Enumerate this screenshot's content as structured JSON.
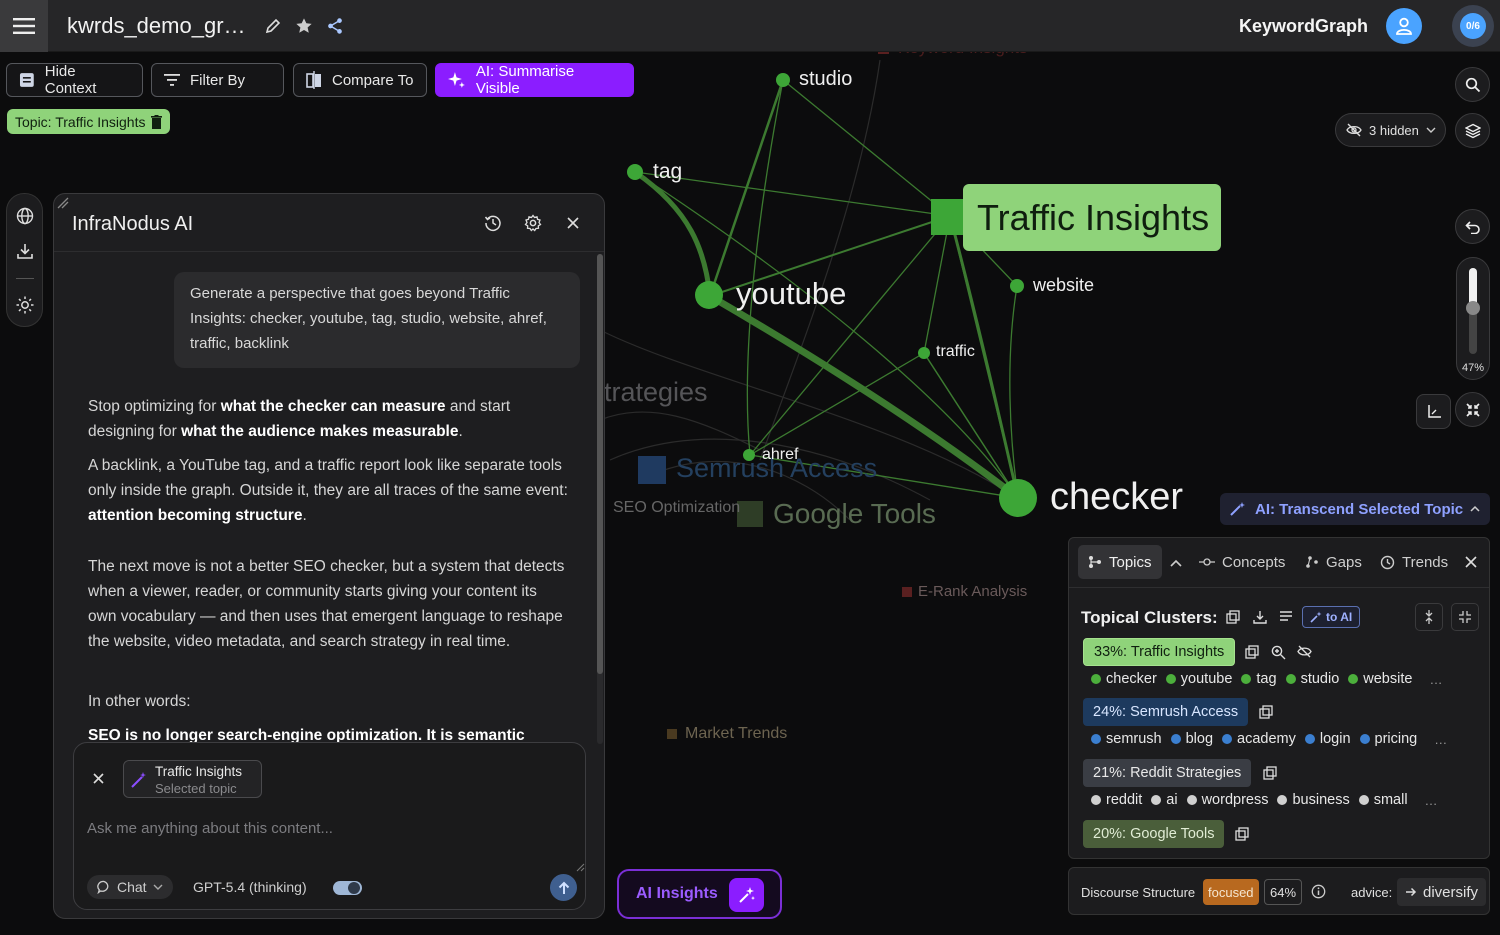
{
  "header": {
    "doc_title": "kwrds_demo_gr…",
    "brand": "KeywordGraph",
    "quota": "0/6"
  },
  "toolbar": {
    "hide_context": "Hide Context",
    "filter_by": "Filter By",
    "compare_to": "Compare To",
    "ai_summarise": "AI: Summarise Visible",
    "topic_chip": "Topic: Traffic Insights"
  },
  "graph": {
    "main_node": "Traffic Insights",
    "nodes": {
      "studio": "studio",
      "tag": "tag",
      "youtube": "youtube",
      "website": "website",
      "traffic": "traffic",
      "ahref": "ahref",
      "checker": "checker"
    },
    "background_labels": {
      "keyword_insights": "Keyword Insights",
      "strategies": "trategies",
      "semrush_access": "Semrush Access",
      "seo_optimization": "SEO Optimization",
      "google_tools": "Google Tools",
      "erank": "E-Rank Analysis",
      "market_trends": "Market Trends"
    },
    "colors": {
      "main": "#8fd37a",
      "node": "#3da637",
      "edge": "#3c7a30"
    }
  },
  "ai_panel": {
    "title": "InfraNodus AI",
    "user_prompt": "Generate a perspective that goes beyond Traffic Insights: checker, youtube, tag, studio, website, ahref, traffic, backlink",
    "p1_a": "Stop optimizing for ",
    "p1_b": "what the checker can measure",
    "p1_c": " and start designing for ",
    "p1_d": "what the audience makes measurable",
    "p1_e": ".",
    "p2_a": "A backlink, a YouTube tag, and a traffic report look like separate tools only inside the graph. Outside it, they are all traces of the same event: ",
    "p2_b": "attention becoming structure",
    "p2_c": ".",
    "p3": "The next move is not a better SEO checker, but a system that detects when a viewer, reader, or community starts giving your content its own vocabulary — and then uses that emergent language to reshape the website, video metadata, and search strategy in real time.",
    "p4": "In other words:",
    "p5": "SEO is no longer search-engine optimization. It is semantic",
    "context_title": "Traffic Insights",
    "context_sub": "Selected topic",
    "input_placeholder": "Ask me anything about this content...",
    "mode": "Chat",
    "model": "GPT-5.4 (thinking)"
  },
  "ai_insights": "AI Insights",
  "right_controls": {
    "hidden": "3 hidden",
    "zoom": "47%",
    "zoom_fraction": 0.47
  },
  "transcend": "AI: Transcend Selected Topic",
  "topics_panel": {
    "tabs": [
      "Topics",
      "Concepts",
      "Gaps",
      "Trends"
    ],
    "title": "Topical Clusters:",
    "to_ai": "to AI",
    "clusters": [
      {
        "label": "33%: Traffic Insights",
        "words": [
          "checker",
          "youtube",
          "tag",
          "studio",
          "website"
        ],
        "color": "#4caf3c"
      },
      {
        "label": "24%: Semrush Access",
        "words": [
          "semrush",
          "blog",
          "academy",
          "login",
          "pricing"
        ],
        "color": "#3b7fd0"
      },
      {
        "label": "21%: Reddit Strategies",
        "words": [
          "reddit",
          "ai",
          "wordpress",
          "business",
          "small"
        ],
        "color": "#d0d0d0"
      },
      {
        "label": "20%: Google Tools",
        "words": [],
        "color": "#7a9a5a"
      }
    ],
    "more": "…"
  },
  "bottom_bar": {
    "discourse_label": "Discourse Structure",
    "focused": "focused",
    "pct": "64%",
    "advice_label": "advice:",
    "diversify": "diversify"
  }
}
